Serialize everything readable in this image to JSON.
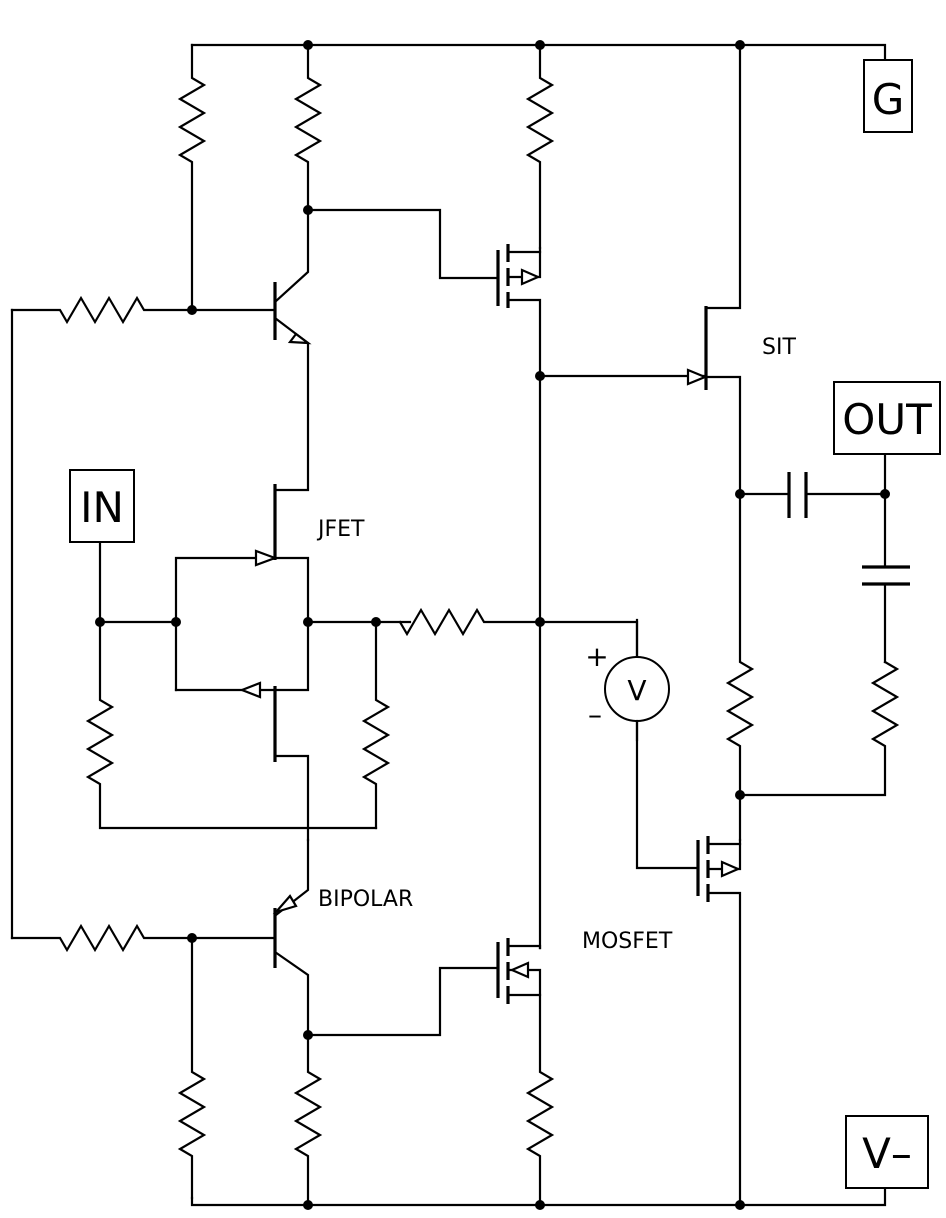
{
  "terminals": {
    "g": "G",
    "out": "OUT",
    "in": "IN",
    "vminus": "V–"
  },
  "labels": {
    "sit": "SIT",
    "jfet": "JFET",
    "bipolar": "BIPOLAR",
    "mosfet": "MOSFET"
  },
  "meter": {
    "symbol": "V",
    "plus": "+",
    "minus": "–"
  }
}
